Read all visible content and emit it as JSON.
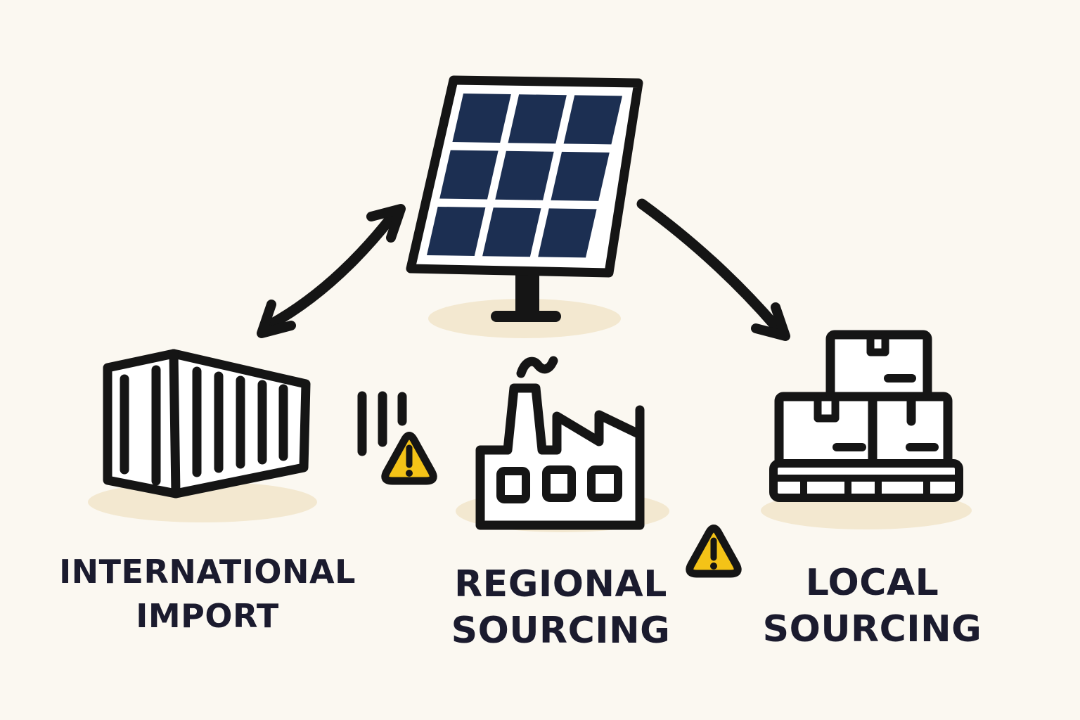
{
  "colors": {
    "background": "#FBF8F1",
    "ink": "#151515",
    "panel-cell": "#1C2F52",
    "shadow": "#F3E8D0",
    "warning-fill": "#F4C317",
    "text": "#1B1B2E",
    "icon-fill": "#FFFFFF"
  },
  "diagram": {
    "center_node": {
      "id": "solar-panel",
      "icon": "solar-panel"
    },
    "nodes": [
      {
        "id": "international-import",
        "icon": "shipping-container",
        "label": [
          "INTERNATIONAL",
          "IMPORT"
        ],
        "warning": true
      },
      {
        "id": "regional-sourcing",
        "icon": "factory",
        "label": [
          "REGIONAL",
          "SOURCING"
        ],
        "warning": true
      },
      {
        "id": "local-sourcing",
        "icon": "pallet-boxes",
        "label": [
          "LOCAL",
          "SOURCING"
        ],
        "warning": false
      }
    ],
    "connections": [
      {
        "from": "solar-panel",
        "to": "international-import",
        "style": "double-headed-arrow"
      },
      {
        "from": "solar-panel",
        "to": "local-sourcing",
        "style": "single-headed-arrow"
      }
    ]
  }
}
